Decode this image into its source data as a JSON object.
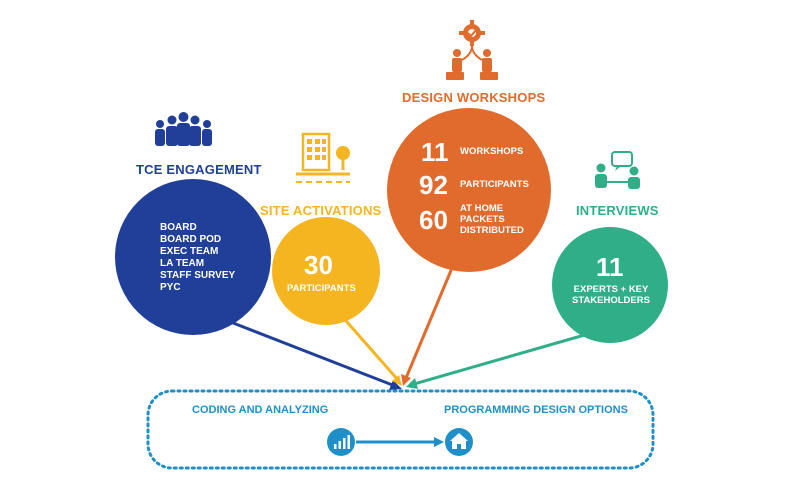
{
  "tce": {
    "title": "TCE ENGAGEMENT",
    "items": [
      "BOARD",
      "BOARD POD",
      "EXEC TEAM",
      "LA TEAM",
      "STAFF SURVEY",
      "PYC"
    ],
    "icon": "people-group-icon",
    "color": "#1f3f98"
  },
  "site": {
    "title": "SITE ACTIVATIONS",
    "count": "30",
    "label": "PARTICIPANTS",
    "icon": "building-tree-icon",
    "color": "#f5b521"
  },
  "workshops": {
    "title": "DESIGN WORKSHOPS",
    "rows": [
      {
        "number": "11",
        "label": "WORKSHOPS"
      },
      {
        "number": "92",
        "label": "PARTICIPANTS"
      },
      {
        "number": "60",
        "label": "AT HOME PACKETS DISTRIBUTED"
      }
    ],
    "icon": "workshop-collaboration-icon",
    "color": "#e06b2c"
  },
  "interviews": {
    "title": "INTERVIEWS",
    "count": "11",
    "label": "EXPERTS + KEY STAKEHOLDERS",
    "icon": "conversation-icon",
    "color": "#2fae88"
  },
  "process": {
    "left_label": "CODING AND ANALYZING",
    "right_label": "PROGRAMMING DESIGN OPTIONS",
    "left_icon": "chart-icon",
    "right_icon": "home-icon",
    "color": "#1f8fc9"
  }
}
